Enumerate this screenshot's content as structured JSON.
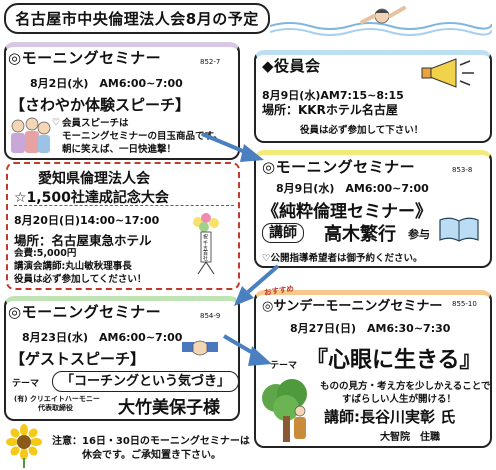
{
  "header": {
    "title": "名古屋市中央倫理法人会8月の予定"
  },
  "card1": {
    "title": "◎モーニングセミナー",
    "code": "852-7",
    "date": "8月2日(水)　AM6:00~7:00",
    "subject": "【さわやか体験スピーチ】",
    "heart": "♡",
    "body": [
      "会員スピーチは",
      "モーニングセミナーの目玉商品です。",
      "朝に笑えば、一日快進撃！"
    ]
  },
  "card2": {
    "title": "◆役員会",
    "date": "8月9日(水)AM7:15~8:15",
    "place": "場所：KKRホテル名古屋",
    "note": "役員は必ず参加して下さい！"
  },
  "card3": {
    "title": "◎モーニングセミナー",
    "code": "853-8",
    "date": "8月9日(水)　AM6:00~7:00",
    "subject": "《純粋倫理セミナー》",
    "lecturer_badge": "講師",
    "lecturer_name": "高木繁行",
    "lecturer_suffix": "参与",
    "note": "♡公開指導希望者は御予約ください。"
  },
  "card4": {
    "title1": "愛知県倫理法人会",
    "title2": "☆1,500社達成記念大会",
    "date": "8月20日(日)14:00~17:00",
    "place": "場所：名古屋東急ホテル",
    "fee": "会費:5,000円",
    "lecturer": "講演会講師:丸山敏秋理事長",
    "note": "役員は必ず参加してください！",
    "flower_label": "祝 千五百社"
  },
  "card5": {
    "title": "◎モーニングセミナー",
    "code": "854-9",
    "date": "8月23日(水)　AM6:00~7:00",
    "subject": "【ゲストスピーチ】",
    "theme_label": "テーマ",
    "theme": "「コーチングという気づき」",
    "company1": "(有) クリエイトハーモニー",
    "company2": "代表取締役",
    "speaker": "大竹美保子様"
  },
  "card6": {
    "tag": "おすすめ",
    "title": "◎サンデーモーニングセミナー",
    "code": "855-10",
    "date": "8月27日(日)　AM6:30~7:30",
    "theme_label": "テーマ",
    "subject": "『心眼に生きる』",
    "desc1": "ものの見方・考え方を少しかえることで",
    "desc2": "すばらしい人生が開ける！",
    "lecturer": "講師:長谷川実彰 氏",
    "affiliation": "大智院　住職"
  },
  "footer": {
    "note1": "注意：16日・30日のモーニングセミナーは",
    "note2": "休会です。ご承知置き下さい。"
  },
  "colors": {
    "arrow": "#4a7fc0",
    "card1_band": "#d9c7e6",
    "card2_band": "#bcdff2",
    "card3_band": "#f4ea7a",
    "card4_border": "#c0392b",
    "card5_band": "#bfe3b4",
    "card6_band": "#f6c98c"
  }
}
